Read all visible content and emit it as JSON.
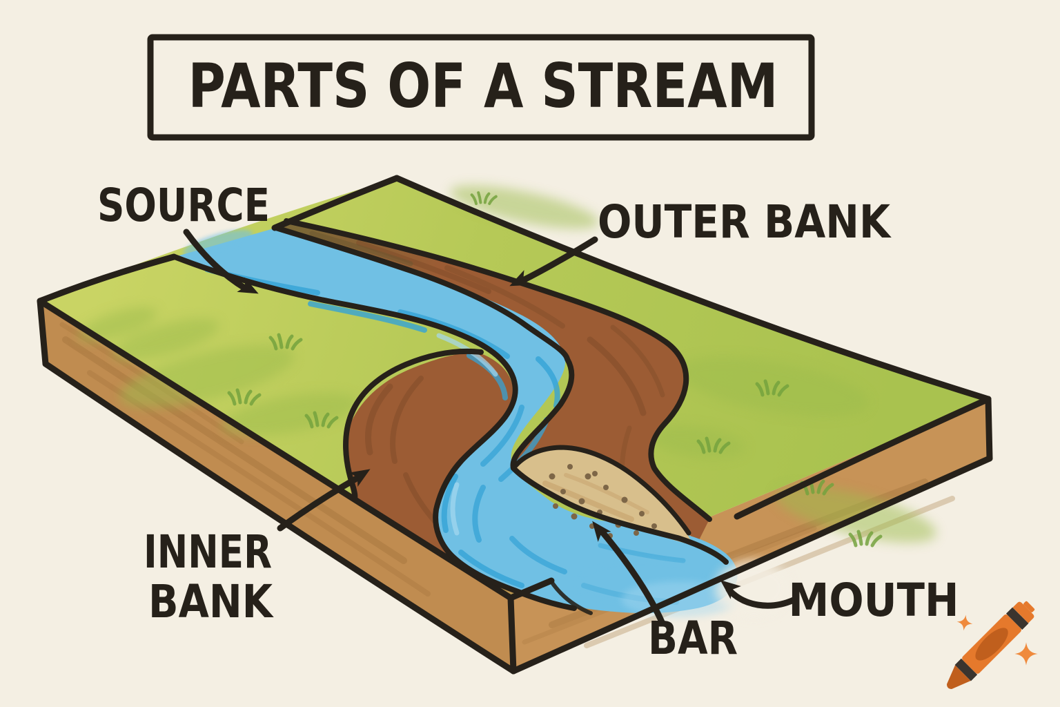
{
  "title": "PARTS OF A STREAM",
  "labels": {
    "source": "SOURCE",
    "outer_bank": "OUTER BANK",
    "inner_bank": [
      "INNER",
      "BANK"
    ],
    "bar": "BAR",
    "mouth": "MOUTH"
  },
  "watermark_icon": "orange-crayon-with-sparkles",
  "colors": {
    "background": "#f4efe3",
    "ink": "#26211a",
    "grass": "#b6c957",
    "grass_light": "#c9d464",
    "grass_dark": "#9dbc4d",
    "grass_tuft": "#74a23e",
    "water": "#70c0e4",
    "water_dark": "#35a3d6",
    "water_light": "#a5d8f0",
    "bank": "#9c5c34",
    "bank_dark": "#7d4a28",
    "bank_olive": "#7c6836",
    "dirt": "#c08c50",
    "dirt_light": "#c79357",
    "dirt_dark": "#a3743c",
    "sand": "#d8bf8c",
    "sand_dot": "#7d6647",
    "crayon_body": "#e5792c",
    "crayon_tip": "#c05f1d",
    "crayon_stripe": "#3a342e",
    "sparkle": "#ef8a3d"
  }
}
